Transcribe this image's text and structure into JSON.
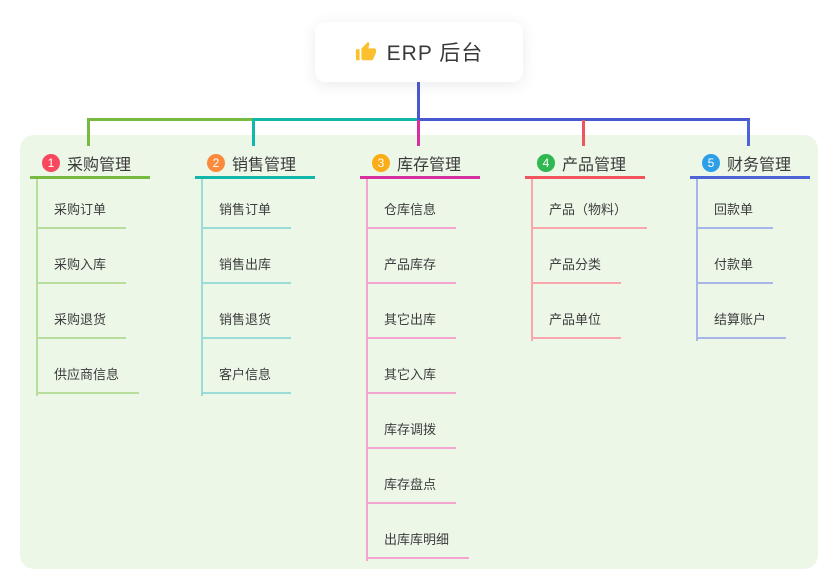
{
  "root": {
    "title": "ERP 后台",
    "icon": "thumbs-up-icon"
  },
  "canvas": {
    "panel_bg": "#ecf7e8",
    "trunk_color": "#4a58d0",
    "thumb_color": "#fbc02d"
  },
  "branches": [
    {
      "badge": "1",
      "label": "采购管理",
      "badge_color": "#f8485e",
      "line_color": "#76bb40",
      "child_line_color": "#b9dd9d",
      "children": [
        "采购订单",
        "采购入库",
        "采购退货",
        "供应商信息"
      ]
    },
    {
      "badge": "2",
      "label": "销售管理",
      "badge_color": "#fb8a3c",
      "line_color": "#12b7ac",
      "child_line_color": "#9adcd6",
      "children": [
        "销售订单",
        "销售出库",
        "销售退货",
        "客户信息"
      ]
    },
    {
      "badge": "3",
      "label": "库存管理",
      "badge_color": "#fbad18",
      "line_color": "#d62f9f",
      "child_line_color": "#f2a6d0",
      "children": [
        "仓库信息",
        "产品库存",
        "其它出库",
        "其它入库",
        "库存调拨",
        "库存盘点",
        "出库库明细"
      ]
    },
    {
      "badge": "4",
      "label": "产品管理",
      "badge_color": "#2eb84f",
      "line_color": "#f2545f",
      "child_line_color": "#f9a7ac",
      "children": [
        "产品（物料）",
        "产品分类",
        "产品单位"
      ]
    },
    {
      "badge": "5",
      "label": "财务管理",
      "badge_color": "#2d9fe8",
      "line_color": "#4d63d6",
      "child_line_color": "#a8b5ea",
      "children": [
        "回款单",
        "付款单",
        "结算账户"
      ]
    }
  ]
}
